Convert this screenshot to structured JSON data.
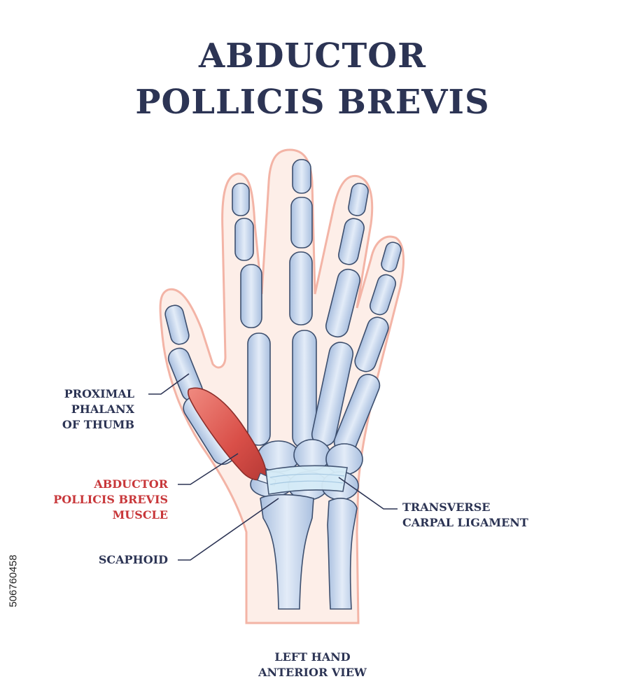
{
  "title": {
    "line1": "ABDUCTOR",
    "line2": "POLLICIS BREVIS"
  },
  "labels": {
    "proximal_phalanx": [
      "PROXIMAL",
      "PHALANX",
      "OF THUMB"
    ],
    "abductor_muscle": [
      "ABDUCTOR",
      "POLLICIS BREVIS",
      "MUSCLE"
    ],
    "scaphoid": "SCAPHOID",
    "transverse_ligament": [
      "TRANSVERSE",
      "CARPAL LIGAMENT"
    ],
    "view": [
      "LEFT HAND",
      "ANTERIOR VIEW"
    ]
  },
  "watermark": "506760458",
  "colors": {
    "title": "#2c3454",
    "label": "#2c3454",
    "muscle_label": "#c8373a",
    "bone_fill": "#c9d8ee",
    "bone_stroke": "#3d4f6e",
    "skin_fill": "#fdeee8",
    "skin_stroke": "#f3b4a6",
    "muscle": "#d9574f",
    "ligament": "#cfe7f6"
  }
}
